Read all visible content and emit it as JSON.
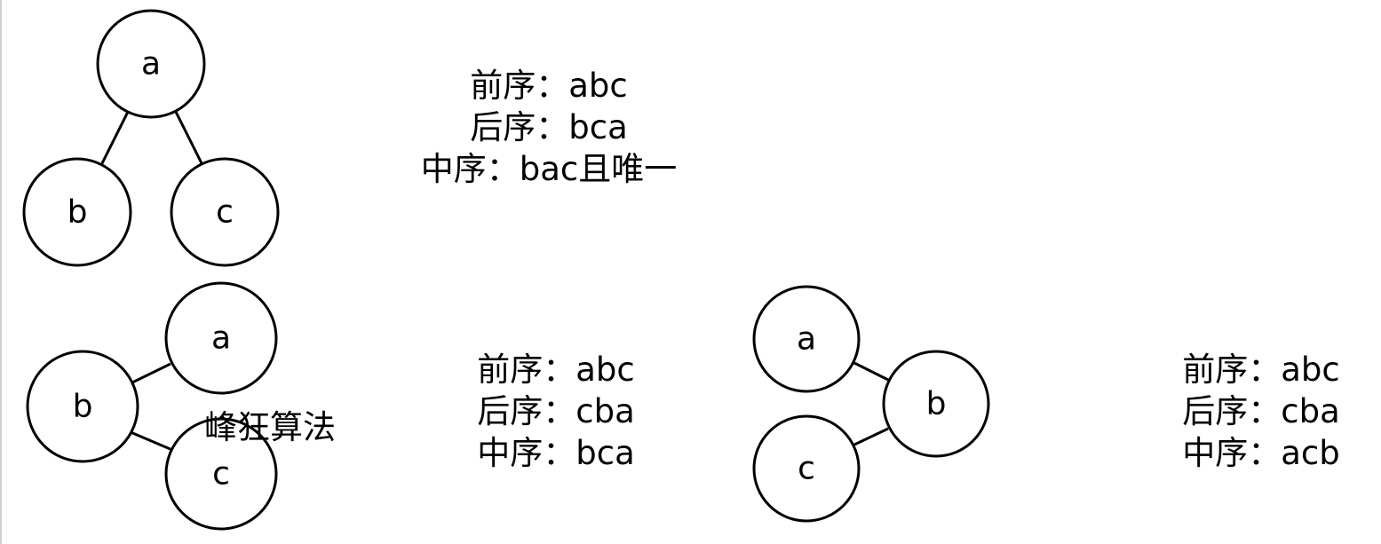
{
  "diagrams": [
    {
      "nodes": [
        "a",
        "b",
        "c"
      ],
      "preorder": "前序：abc",
      "postorder": "后序：bca",
      "inorder": "中序：bac且唯一"
    },
    {
      "nodes": [
        "a",
        "b",
        "c"
      ],
      "preorder": "前序：abc",
      "postorder": "后序：cba",
      "inorder": "中序：bca"
    },
    {
      "nodes": [
        "a",
        "b",
        "c"
      ],
      "preorder": "前序：abc",
      "postorder": "后序：cba",
      "inorder": "中序：acb"
    }
  ],
  "watermark": "峰狂算法"
}
